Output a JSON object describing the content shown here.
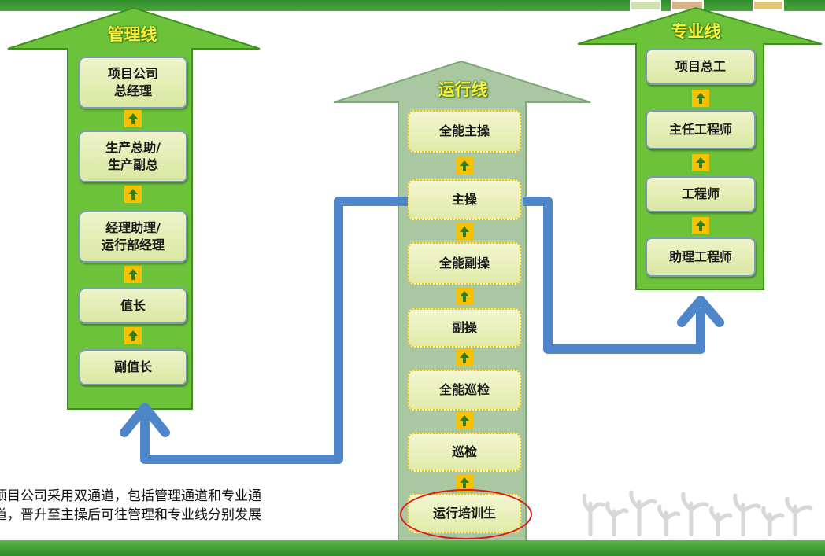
{
  "colors": {
    "green_arrow": "#6cc33a",
    "green_arrow_dark": "#3f8f22",
    "sage_arrow": "#a9c7a0",
    "connector_yellow": "#f7c100",
    "blue_path": "#4f86c9",
    "red_highlight": "#e0161a",
    "title_yellow": "#ffef3a"
  },
  "management": {
    "title": "管理线",
    "boxes": [
      "项目公司\n总经理",
      "生产总助/\n生产副总",
      "经理助理/\n运行部经理",
      "值长",
      "副值长"
    ]
  },
  "operation": {
    "title": "运行线",
    "boxes": [
      "全能主操",
      "主操",
      "全能副操",
      "副操",
      "全能巡检",
      "巡检",
      "运行培训生"
    ]
  },
  "professional": {
    "title": "专业线",
    "boxes": [
      "项目总工",
      "主任工程师",
      "工程师",
      "助理工程师"
    ]
  },
  "note": {
    "line1": "项目公司采用双通道，包括管理通道和专业通",
    "line2": "道，晋升至主操后可往管理和专业线分别发展"
  },
  "icons": [
    "up-arrow-icon",
    "blue-path-arrow-icon",
    "sprout-decoration-icon"
  ]
}
